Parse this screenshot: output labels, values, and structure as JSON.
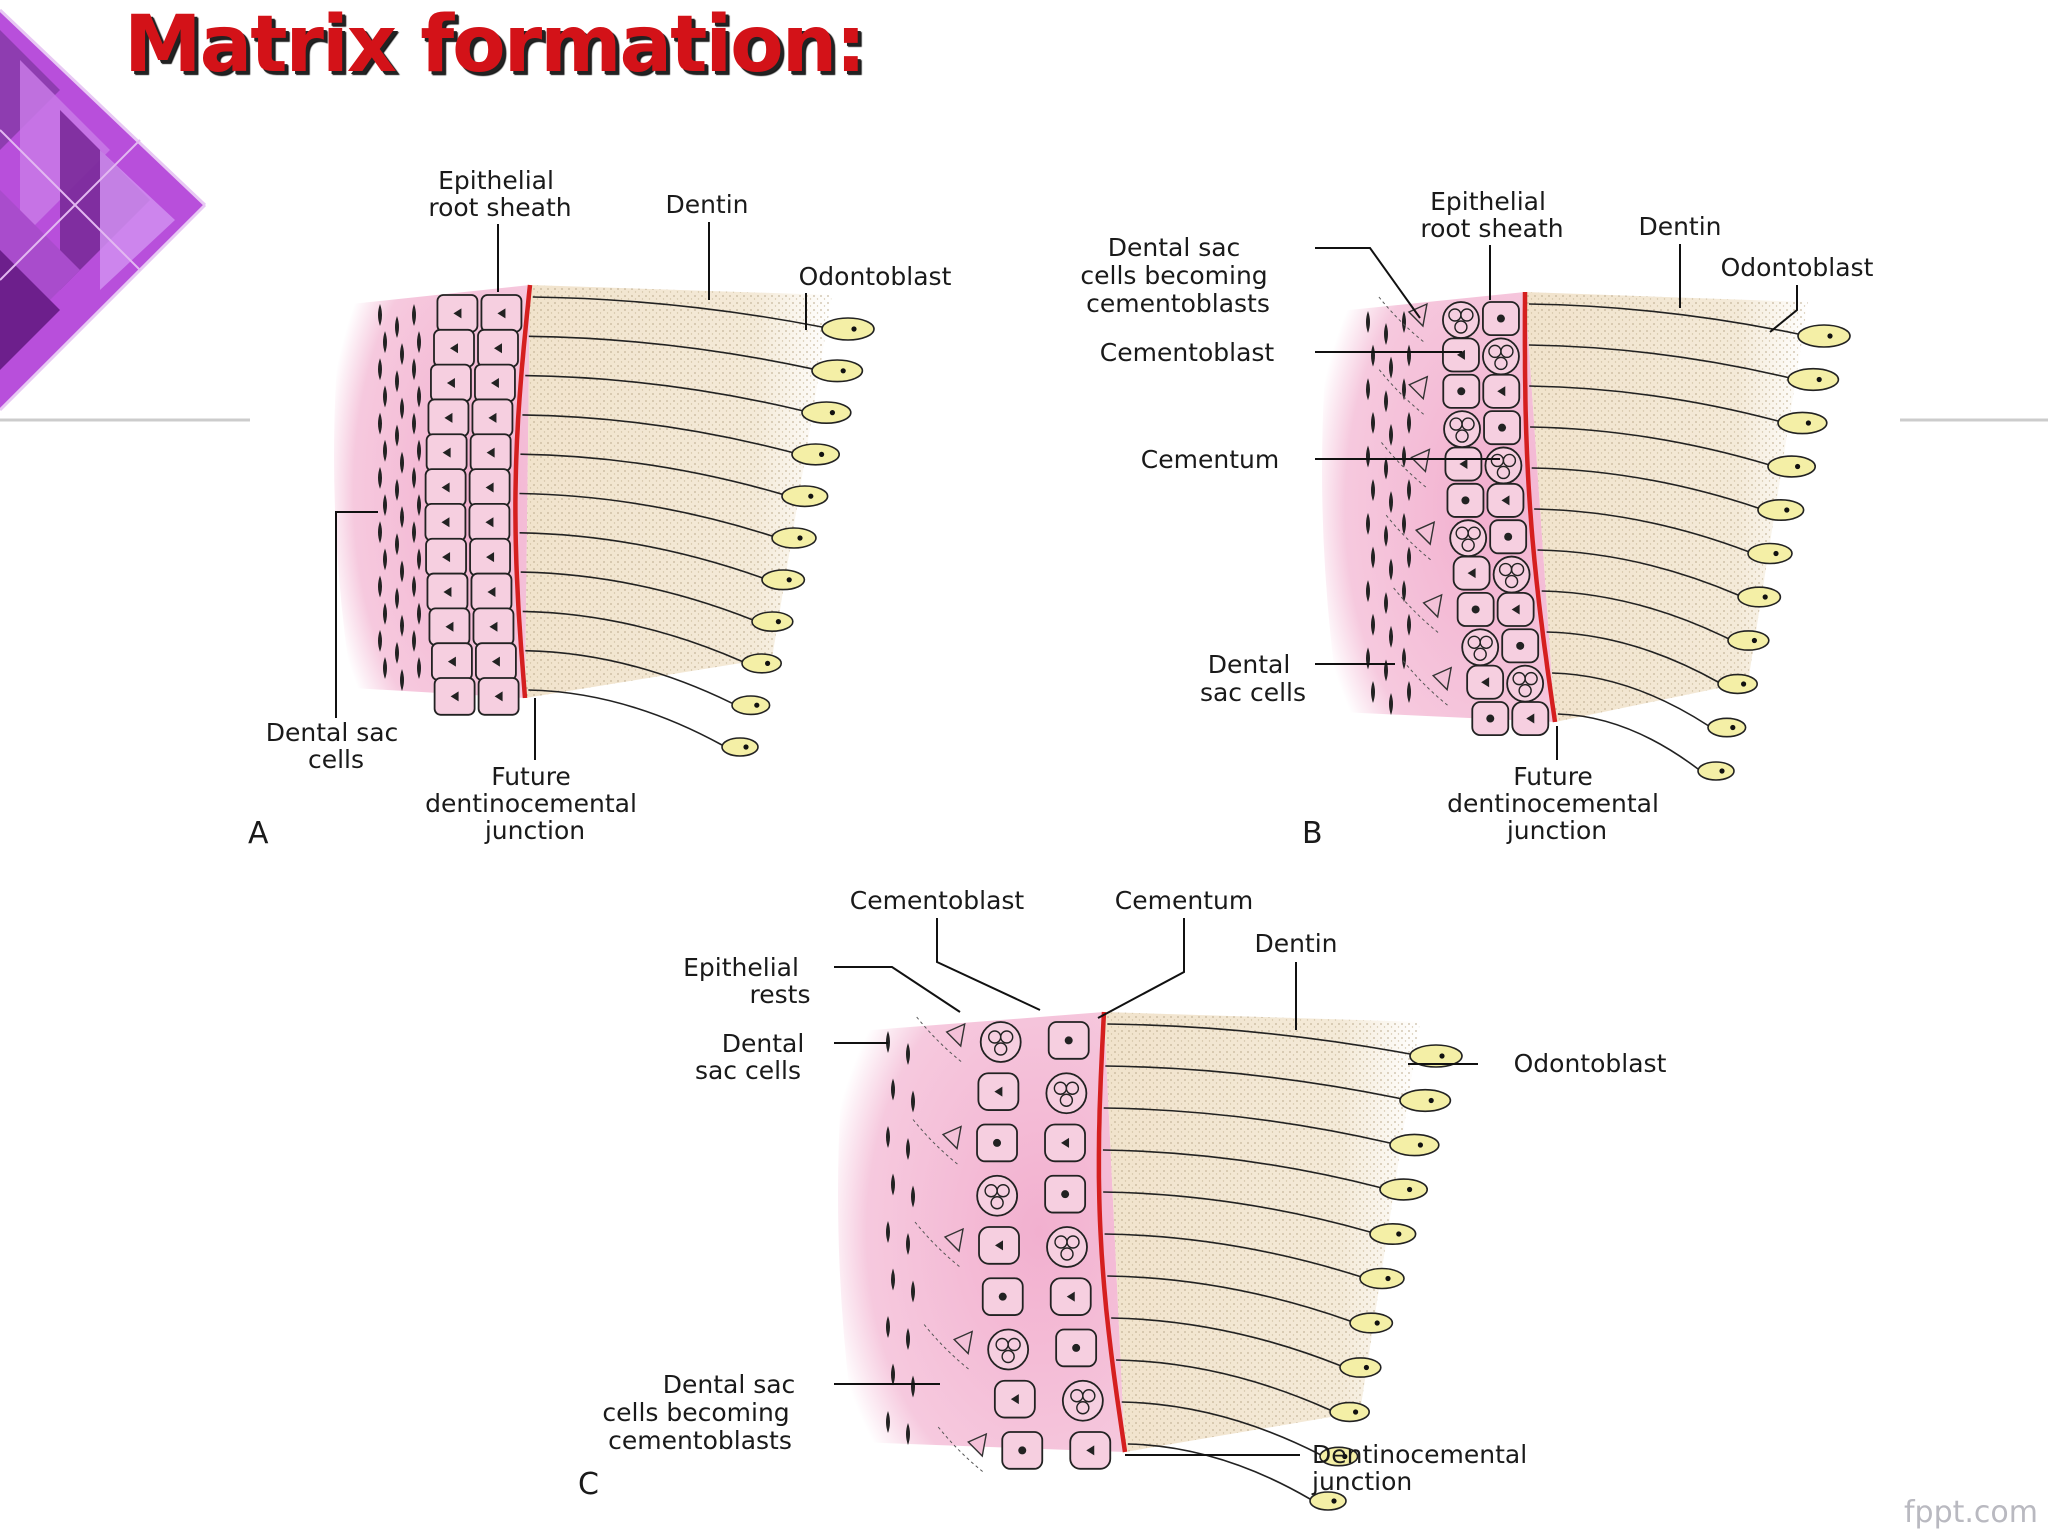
{
  "slide": {
    "title": "Matrix formation:",
    "watermark": "fppt.com",
    "colors": {
      "title": "#d31218",
      "decoration": "#a43bc8",
      "tissue_pink": "#f2b7d3",
      "dentin": "#f1e3cc",
      "junction_line": "#d51f1f",
      "odontoblast_nucleus": "#f4efa6"
    }
  },
  "diagram": {
    "panel_a": {
      "letter": "A",
      "labels": {
        "epithelial_root_sheath": [
          "Epithelial",
          "root sheath"
        ],
        "dentin": "Dentin",
        "odontoblast": "Odontoblast",
        "dental_sac_cells": [
          "Dental sac",
          "cells"
        ],
        "future_junction": [
          "Future",
          "dentinocemental",
          "junction"
        ]
      }
    },
    "panel_b": {
      "letter": "B",
      "labels": {
        "epithelial_root_sheath": [
          "Epithelial",
          "root sheath"
        ],
        "dentin": "Dentin",
        "odontoblast": "Odontoblast",
        "dental_sac_becoming": [
          "Dental sac",
          "cells becoming",
          "cementoblasts"
        ],
        "cementoblast": "Cementoblast",
        "cementum": "Cementum",
        "dental_sac_cells": [
          "Dental",
          "sac cells"
        ],
        "future_junction": [
          "Future",
          "dentinocemental",
          "junction"
        ]
      }
    },
    "panel_c": {
      "letter": "C",
      "labels": {
        "cementoblast": "Cementoblast",
        "cementum": "Cementum",
        "dentin": "Dentin",
        "epithelial_rests": [
          "Epithelial",
          "rests"
        ],
        "dental_sac_cells": [
          "Dental",
          "sac cells"
        ],
        "odontoblast": "Odontoblast",
        "dental_sac_becoming": [
          "Dental sac",
          "cells becoming",
          "cementoblasts"
        ],
        "junction": [
          "Dentinocemental",
          "junction"
        ]
      }
    }
  }
}
